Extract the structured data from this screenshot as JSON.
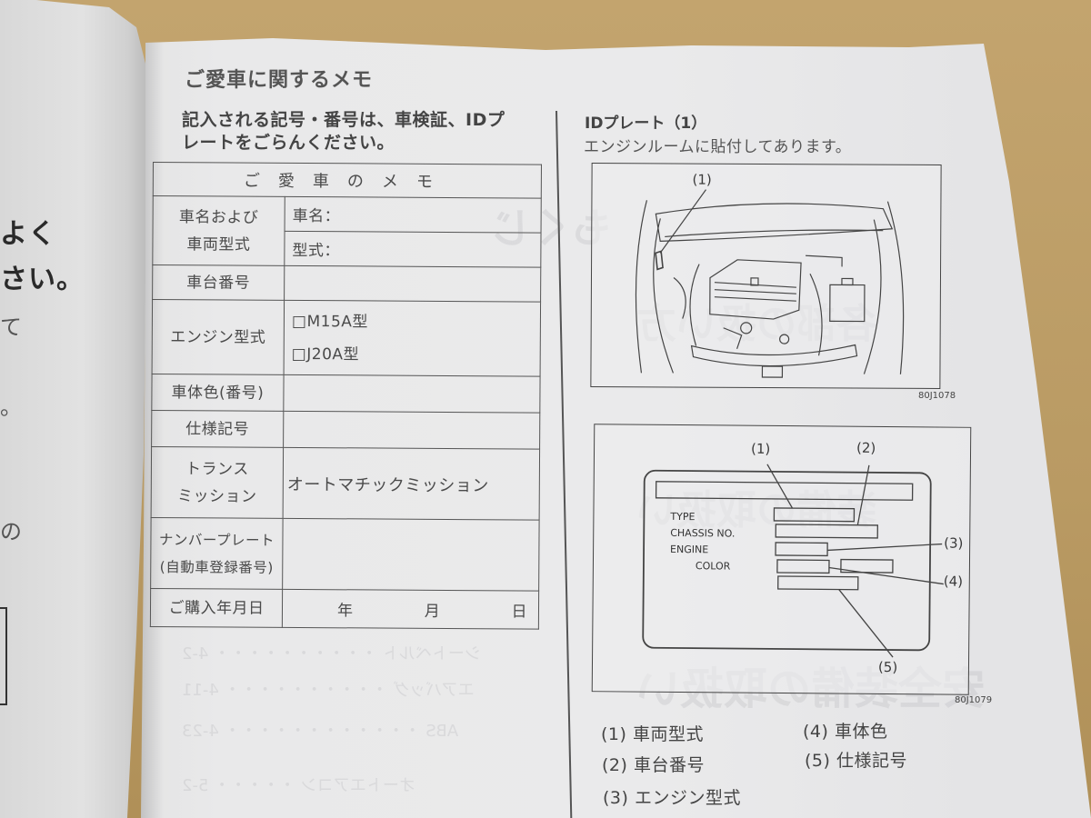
{
  "left_page": {
    "fragments": [
      "よく",
      "さい。",
      "て",
      "。",
      "の"
    ]
  },
  "page": {
    "title": "ご愛車に関するメモ",
    "intro_line1": "記入される記号・番号は、車検証、IDプ",
    "intro_line2": "レートをごらんください。"
  },
  "memo_table": {
    "header": "ご愛車のメモ",
    "rows": [
      {
        "label_line1": "車名および",
        "label_line2": "車両型式",
        "sub": [
          {
            "text": "車名："
          },
          {
            "text": "型式："
          }
        ]
      },
      {
        "label": "車台番号",
        "value": ""
      },
      {
        "label": "エンジン型式",
        "options": [
          "□M15A型",
          "□J20A型"
        ]
      },
      {
        "label": "車体色(番号)",
        "value": ""
      },
      {
        "label": "仕様記号",
        "value": ""
      },
      {
        "label_line1": "トランス",
        "label_line2": "ミッション",
        "value": "オートマチックミッション"
      },
      {
        "label_line1": "ナンバープレート",
        "label_line2": "(自動車登録番号)",
        "value": ""
      },
      {
        "label": "ご購入年月日",
        "date_parts": [
          "年",
          "月",
          "日"
        ]
      }
    ]
  },
  "id_plate": {
    "title": "IDプレート（1）",
    "subtitle": "エンジンルームに貼付してあります。",
    "figure1": {
      "callout": "(1)",
      "code": "80J1078"
    },
    "figure2": {
      "fields": [
        "TYPE",
        "CHASSIS NO.",
        "ENGINE",
        "COLOR"
      ],
      "callouts": [
        "(1)",
        "(2)",
        "(3)",
        "(4)",
        "(5)"
      ],
      "code": "80J1079"
    },
    "legend": [
      {
        "num": "(1)",
        "text": "車両型式"
      },
      {
        "num": "(2)",
        "text": "車台番号"
      },
      {
        "num": "(3)",
        "text": "エンジン型式"
      },
      {
        "num": "(4)",
        "text": "車体色"
      },
      {
        "num": "(5)",
        "text": "仕様記号"
      }
    ]
  },
  "colors": {
    "paper": "#eaeaeb",
    "ink": "#444444",
    "cardboard": "#b99a63"
  }
}
